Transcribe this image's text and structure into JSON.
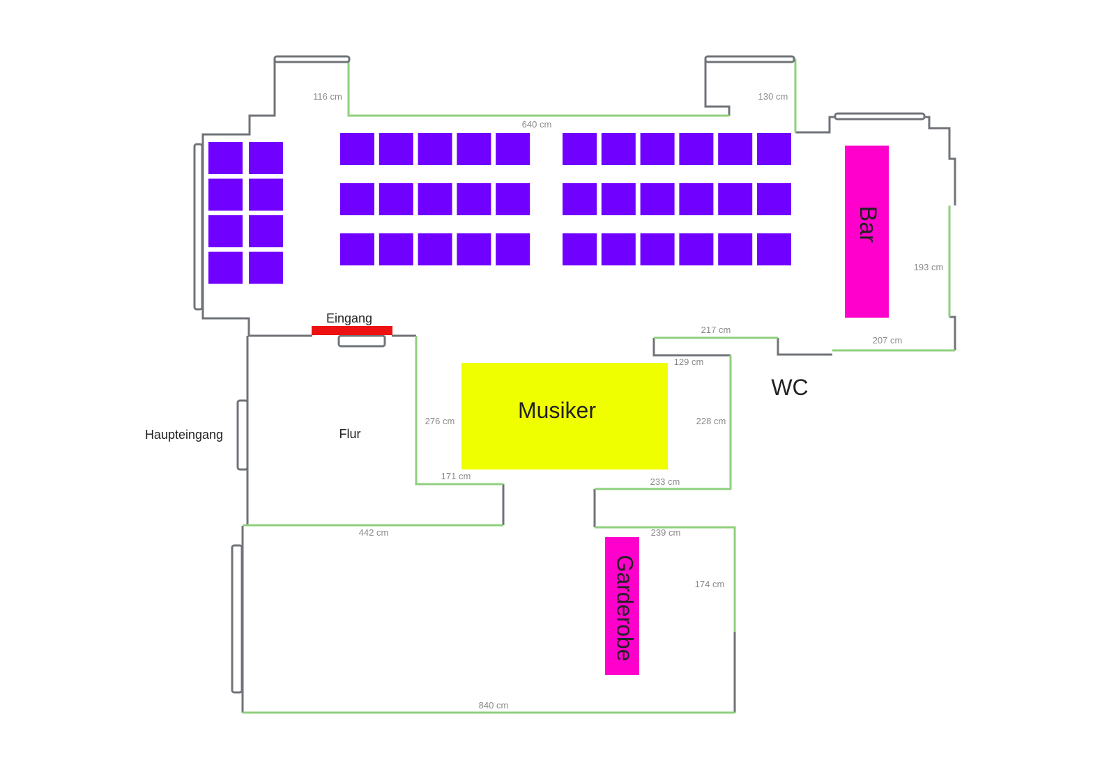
{
  "labels": {
    "eingang": "Eingang",
    "haupteingang": "Haupteingang",
    "flur": "Flur",
    "wc": "WC",
    "musiker": "Musiker",
    "bar": "Bar",
    "garderobe": "Garderobe"
  },
  "dimensions": {
    "d116": "116 cm",
    "d130": "130 cm",
    "d640": "640 cm",
    "d193": "193 cm",
    "d217": "217 cm",
    "d207": "207 cm",
    "d129": "129 cm",
    "d276": "276 cm",
    "d228": "228 cm",
    "d171": "171 cm",
    "d233": "233 cm",
    "d442": "442 cm",
    "d239": "239 cm",
    "d174": "174 cm",
    "d840": "840 cm"
  },
  "colors": {
    "seats": "#7000ff",
    "bar": "#ff00cc",
    "garderobe": "#ff00cc",
    "musiker": "#f0ff00",
    "eingang": "#ee1111",
    "green_wall": "#8fd07e",
    "grey_wall": "#6f7378"
  },
  "seating": {
    "left_block": {
      "columns": 2,
      "rows": 4
    },
    "middle_block": {
      "columns": 5,
      "rows": 3
    },
    "right_block": {
      "columns": 6,
      "rows": 3
    }
  }
}
